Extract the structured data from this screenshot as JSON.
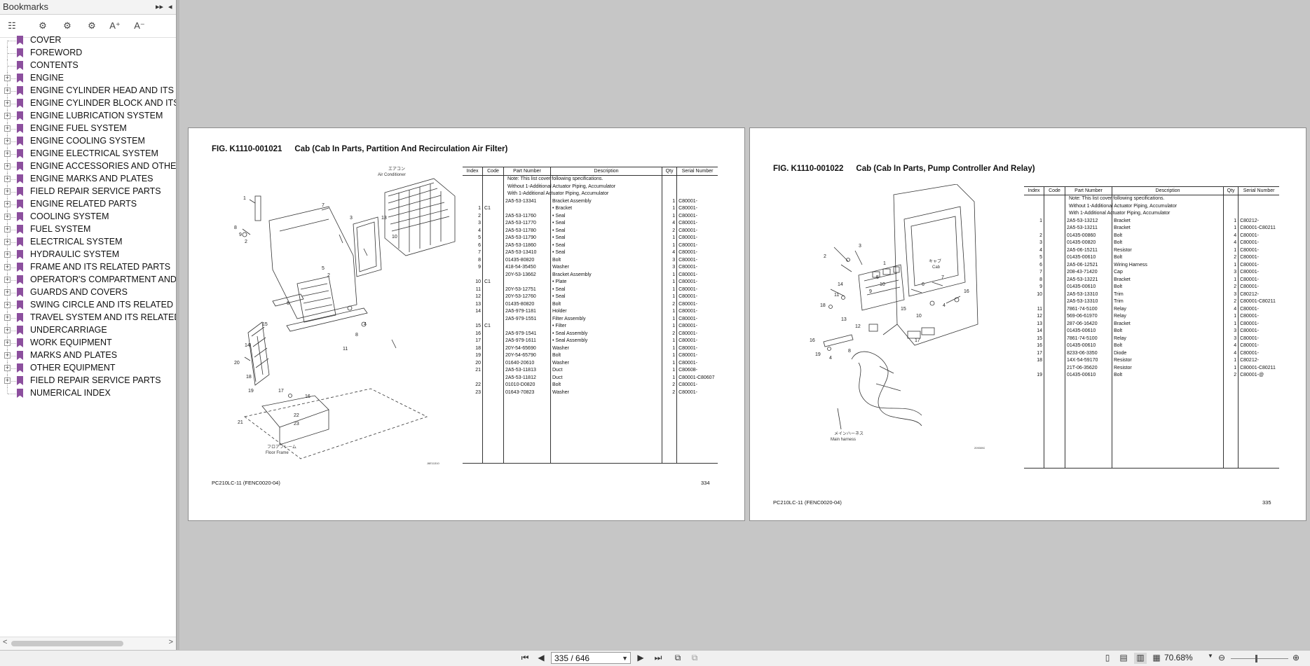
{
  "sidebar": {
    "title": "Bookmarks",
    "header_icons": [
      "expand-all-icon",
      "collapse-panel-icon"
    ],
    "toolbar_icons": [
      "options-icon",
      "expand-bookmark-icon",
      "collapse-bookmark-icon",
      "find-bookmark-icon",
      "increase-text-size-icon",
      "decrease-text-size-icon"
    ],
    "toolbar_glyphs": [
      "☷",
      "⚙",
      "⚙",
      "⚙",
      "A⁺",
      "A⁻"
    ],
    "items": [
      {
        "label": "COVER",
        "expandable": false
      },
      {
        "label": "FOREWORD",
        "expandable": false
      },
      {
        "label": "CONTENTS",
        "expandable": false
      },
      {
        "label": "ENGINE",
        "expandable": true
      },
      {
        "label": "ENGINE CYLINDER HEAD AND ITS REI",
        "expandable": true
      },
      {
        "label": "ENGINE CYLINDER BLOCK AND ITS RE",
        "expandable": true
      },
      {
        "label": "ENGINE LUBRICATION SYSTEM",
        "expandable": true
      },
      {
        "label": "ENGINE FUEL SYSTEM",
        "expandable": true
      },
      {
        "label": "ENGINE COOLING SYSTEM",
        "expandable": true
      },
      {
        "label": "ENGINE ELECTRICAL SYSTEM",
        "expandable": true
      },
      {
        "label": "ENGINE ACCESSORIES AND OTHERS",
        "expandable": true
      },
      {
        "label": "ENGINE MARKS AND PLATES",
        "expandable": true
      },
      {
        "label": "FIELD REPAIR SERVICE PARTS",
        "expandable": true
      },
      {
        "label": "ENGINE RELATED PARTS",
        "expandable": true
      },
      {
        "label": "COOLING SYSTEM",
        "expandable": true
      },
      {
        "label": "FUEL SYSTEM",
        "expandable": true
      },
      {
        "label": "ELECTRICAL SYSTEM",
        "expandable": true
      },
      {
        "label": "HYDRAULIC SYSTEM",
        "expandable": true
      },
      {
        "label": "FRAME AND ITS RELATED PARTS",
        "expandable": true
      },
      {
        "label": "OPERATOR'S COMPARTMENT AND CO",
        "expandable": true
      },
      {
        "label": "GUARDS AND COVERS",
        "expandable": true
      },
      {
        "label": "SWING CIRCLE AND ITS RELATED PA",
        "expandable": true
      },
      {
        "label": "TRAVEL SYSTEM AND ITS RELATED P",
        "expandable": true
      },
      {
        "label": "UNDERCARRIAGE",
        "expandable": true
      },
      {
        "label": "WORK EQUIPMENT",
        "expandable": true
      },
      {
        "label": "MARKS AND PLATES",
        "expandable": true
      },
      {
        "label": "OTHER EQUIPMENT",
        "expandable": true
      },
      {
        "label": "FIELD REPAIR SERVICE PARTS",
        "expandable": true
      },
      {
        "label": "NUMERICAL INDEX",
        "expandable": false
      }
    ]
  },
  "table_headers": [
    "Index",
    "Code",
    "Part Number",
    "Description",
    "Qty",
    "Serial Number"
  ],
  "pages": [
    {
      "fig_no": "FIG. K1110-001021",
      "fig_title": "Cab (Cab In Parts, Partition And Recirculation Air Filter)",
      "notes": [
        "Note: This list cover following specifications.",
        " Without 1-Additional Actuator Piping, Accumulator",
        " With 1-Additional Actuator Piping, Accumulator"
      ],
      "drawing_labels": [
        "エアコン",
        "Air Conditioner",
        "フロアフレーム",
        "Floor Frame",
        "J6E11310"
      ],
      "rows": [
        [
          "",
          "",
          "2A5-53-13341",
          "Bracket Assembly",
          "1",
          "C80001-"
        ],
        [
          "1",
          "C1",
          "",
          "• Bracket",
          "1",
          "C80001-"
        ],
        [
          "2",
          "",
          "2A5-53-11760",
          "• Seal",
          "1",
          "C80001-"
        ],
        [
          "3",
          "",
          "2A5-53-11770",
          "• Seal",
          "4",
          "C80001-"
        ],
        [
          "4",
          "",
          "2A5-53-11780",
          "• Seal",
          "2",
          "C80001-"
        ],
        [
          "5",
          "",
          "2A5-53-11790",
          "• Seal",
          "1",
          "C80001-"
        ],
        [
          "6",
          "",
          "2A5-53-11860",
          "• Seal",
          "1",
          "C80001-"
        ],
        [
          "7",
          "",
          "2A5-53-13410",
          "• Seal",
          "4",
          "C80001-"
        ],
        [
          "8",
          "",
          "01435-80820",
          "Bolt",
          "3",
          "C80001-"
        ],
        [
          "9",
          "",
          "418-54-35450",
          "Washer",
          "3",
          "C80001-"
        ],
        [
          "",
          "",
          "20Y-53-13662",
          "Bracket Assembly",
          "1",
          "C80001-"
        ],
        [
          "10",
          "C1",
          "",
          "• Plate",
          "1",
          "C80001-"
        ],
        [
          "11",
          "",
          "20Y-53-12751",
          "• Seal",
          "1",
          "C80001-"
        ],
        [
          "12",
          "",
          "20Y-53-12760",
          "• Seal",
          "1",
          "C80001-"
        ],
        [
          "13",
          "",
          "01435-80820",
          "Bolt",
          "2",
          "C80001-"
        ],
        [
          "14",
          "",
          "2A5-979-1181",
          "Holder",
          "1",
          "C80001-"
        ],
        [
          "",
          "",
          "2A5-979-1551",
          "Filter Assembly",
          "1",
          "C80001-"
        ],
        [
          "15",
          "C1",
          "",
          "• Filter",
          "1",
          "C80001-"
        ],
        [
          "16",
          "",
          "2A5-979-1541",
          "• Seal Assembly",
          "2",
          "C80001-"
        ],
        [
          "17",
          "",
          "2A5-979-1611",
          "• Seal Assembly",
          "1",
          "C80001-"
        ],
        [
          "18",
          "",
          "20Y-54-65690",
          "Washer",
          "1",
          "C80001-"
        ],
        [
          "19",
          "",
          "20Y-54-65790",
          "Bolt",
          "1",
          "C80001-"
        ],
        [
          "20",
          "",
          "01640-20610",
          "Washer",
          "1",
          "C80001-"
        ],
        [
          "21",
          "",
          "2A5-53-11813",
          "Duct",
          "1",
          "C80608-"
        ],
        [
          "",
          "",
          "2A5-53-11812",
          "Duct",
          "1",
          "C80001-C80607"
        ],
        [
          "22",
          "",
          "01010-D0820",
          "Bolt",
          "2",
          "C80001-"
        ],
        [
          "23",
          "",
          "01643-70823",
          "Washer",
          "2",
          "C80001-"
        ]
      ],
      "footer_left": "PC210LC-11 (FENC0020-04)",
      "page_number": "334"
    },
    {
      "fig_no": "FIG. K1110-001022",
      "fig_title": "Cab (Cab In Parts, Pump Controller And Relay)",
      "notes": [
        "Note: This list cover following specifications.",
        " Without 1-Additional Actuator Piping, Accumulator",
        " With 1-Additional Actuator Piping, Accumulator"
      ],
      "drawing_labels": [
        "キャブ",
        "Cab",
        "メインハーネス",
        "Main harness",
        "2093092"
      ],
      "rows": [
        [
          "1",
          "",
          "2A5-53-13212",
          "Bracket",
          "1",
          "C80212-"
        ],
        [
          "",
          "",
          "2A5-53-13211",
          "Bracket",
          "1",
          "C80001-C80211"
        ],
        [
          "2",
          "",
          "01435-00860",
          "Bolt",
          "4",
          "C80001-"
        ],
        [
          "3",
          "",
          "01435-00820",
          "Bolt",
          "4",
          "C80001-"
        ],
        [
          "4",
          "",
          "2A5-06-15211",
          "Resistor",
          "1",
          "C80001-"
        ],
        [
          "5",
          "",
          "01435-00610",
          "Bolt",
          "2",
          "C80001-"
        ],
        [
          "6",
          "",
          "2A5-06-12521",
          "Wiring Harness",
          "1",
          "C80001-"
        ],
        [
          "7",
          "",
          "208-43-71420",
          "Cap",
          "3",
          "C80001-"
        ],
        [
          "8",
          "",
          "2A5-53-13221",
          "Bracket",
          "1",
          "C80001-"
        ],
        [
          "9",
          "",
          "01435-00610",
          "Bolt",
          "2",
          "C80001-"
        ],
        [
          "10",
          "",
          "2A5-53-13310",
          "Trim",
          "3",
          "C80212-"
        ],
        [
          "",
          "",
          "2A5-53-13310",
          "Trim",
          "2",
          "C80001-C80211"
        ],
        [
          "11",
          "",
          "7861-74-5100",
          "Relay",
          "4",
          "C80001-"
        ],
        [
          "12",
          "",
          "569-06-61970",
          "Relay",
          "1",
          "C80001-"
        ],
        [
          "13",
          "",
          "287-06-16420",
          "Bracket",
          "1",
          "C80001-"
        ],
        [
          "14",
          "",
          "01435-00610",
          "Bolt",
          "3",
          "C80001-"
        ],
        [
          "15",
          "",
          "7861-74-5100",
          "Relay",
          "3",
          "C80001-"
        ],
        [
          "16",
          "",
          "01435-00610",
          "Bolt",
          "4",
          "C80001-"
        ],
        [
          "17",
          "",
          "8233-06-3350",
          "Diode",
          "4",
          "C80001-"
        ],
        [
          "18",
          "",
          "14X-54-59170",
          "Resistor",
          "1",
          "C80212-"
        ],
        [
          "",
          "",
          "21T-06-35620",
          "Resistor",
          "1",
          "C80001-C80211"
        ],
        [
          "19",
          "",
          "01435-00610",
          "Bolt",
          "2",
          "C80001-@"
        ]
      ],
      "footer_left": "PC210LC-11 (FENC0020-04)",
      "page_number": "335"
    }
  ],
  "nav": {
    "first_glyph": "⏮",
    "prev_glyph": "◀",
    "page_value": "335 / 646",
    "next_glyph": "▶",
    "last_glyph": "⏭",
    "zoom": "70.68%"
  }
}
